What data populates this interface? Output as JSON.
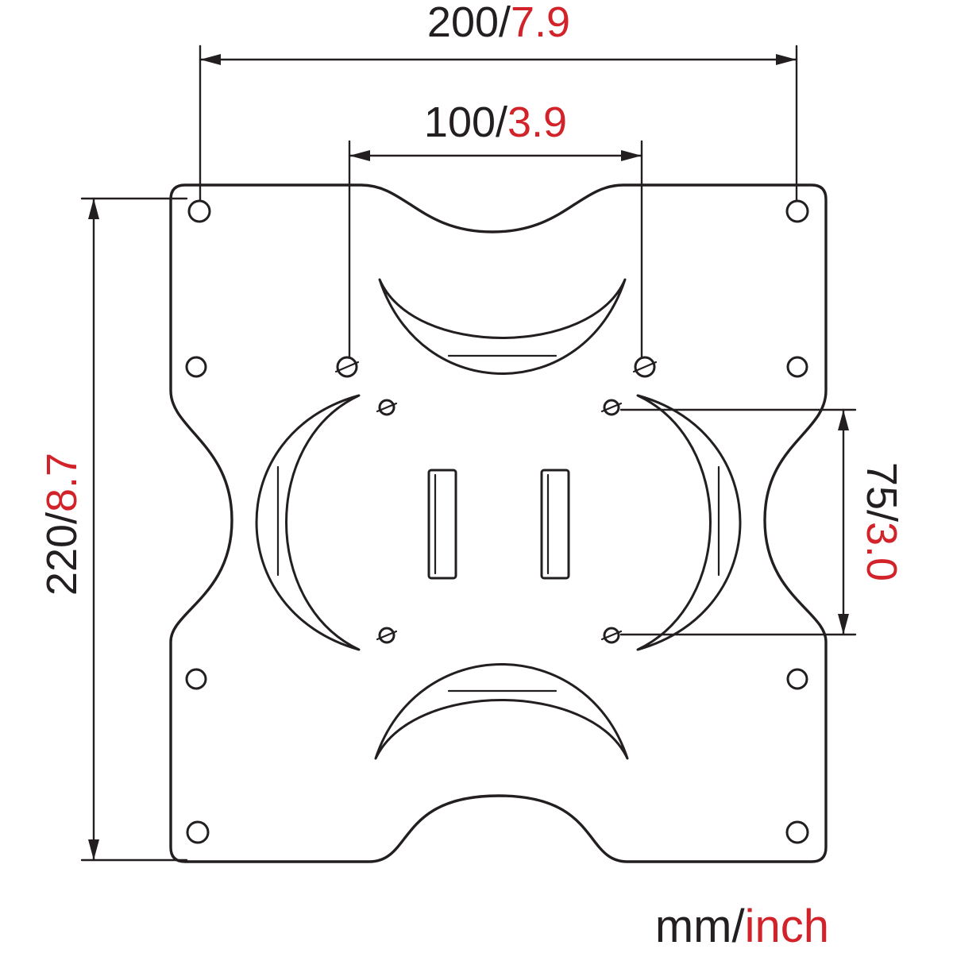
{
  "drawing": {
    "kind": "vesa-mount-plate-technical-drawing",
    "colors": {
      "line": "#231f20",
      "accent_red": "#d2232a",
      "background": "#ffffff"
    },
    "dimensions": {
      "outer_width": {
        "mm_label": "200/",
        "inch_label": "7.9"
      },
      "inner_width": {
        "mm_label": "100/",
        "inch_label": "3.9"
      },
      "outer_height": {
        "mm_label": "220/",
        "inch_label": "8.7"
      },
      "inner_height": {
        "mm_label": "75/",
        "inch_label": "3.0"
      }
    },
    "units_label": {
      "mm": "mm/",
      "inch": "inch"
    }
  }
}
